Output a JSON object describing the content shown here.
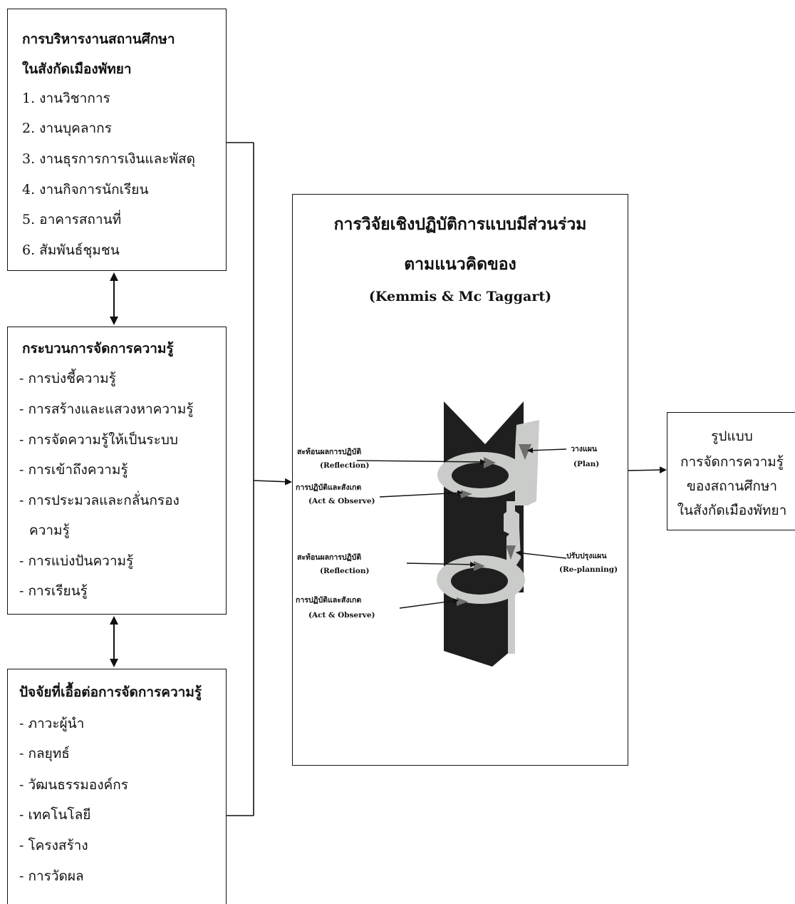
{
  "admin_box": {
    "title_lines": [
      "การบริหารงานสถานศึกษา",
      "ในสังกัดเมืองพัทยา"
    ],
    "items": [
      "1. งานวิชาการ",
      "2. งานบุคลากร",
      "3. งานธุรการการเงินและพัสดุ",
      "4. งานกิจการนักเรียน",
      "5. อาคารสถานที่",
      "6. สัมพันธ์ชุมชน"
    ]
  },
  "km_process_box": {
    "title": "กระบวนการจัดการความรู้",
    "items": [
      "- การบ่งชี้ความรู้",
      "- การสร้างและแสวงหาความรู้",
      "- การจัดความรู้ให้เป็นระบบ",
      "- การเข้าถึงความรู้",
      "- การประมวลและกลั่นกรอง",
      "ความรู้",
      "- การแบ่งปันความรู้",
      "- การเรียนรู้"
    ]
  },
  "factors_box": {
    "title": "ปัจจัยที่เอื้อต่อการจัดการความรู้",
    "items": [
      "- ภาวะผู้นำ",
      "- กลยุทธ์",
      "- วัฒนธรรมองค์กร",
      "- เทคโนโลยี",
      "- โครงสร้าง",
      "- การวัดผล"
    ]
  },
  "par_box": {
    "title_lines": [
      "การวิจัยเชิงปฏิบัติการแบบมีส่วนร่วม",
      "ตามแนวคิดของ",
      "(Kemmis & Mc Taggart)"
    ],
    "figure": {
      "cycle1": {
        "reflection_th": "สะท้อนผลการปฏิบัติ",
        "reflection_en": "(Reflection)",
        "act_th": "การปฏิบัติและสังเกต",
        "act_en": "(Act & Observe)",
        "plan_th": "วางแผน",
        "plan_en": "(Plan)"
      },
      "cycle2": {
        "reflection_th": "สะท้อนผลการปฏิบัติ",
        "reflection_en": "(Reflection)",
        "act_th": "การปฏิบัติและสังเกต",
        "act_en": "(Act & Observe)",
        "plan_th": "ปรับปรุงแผน",
        "plan_en": "(Re-planning)"
      }
    }
  },
  "output_box": {
    "lines": [
      "รูปแบบ",
      "การจัดการความรู้",
      "ของสถานศึกษา",
      "ในสังกัดเมืองพัทยา"
    ]
  },
  "colors": {
    "line": "#111111",
    "spiral_dark": "#1f1f1f",
    "spiral_light": "#c9ccc8",
    "arrowhead": "#6d6e6a"
  }
}
